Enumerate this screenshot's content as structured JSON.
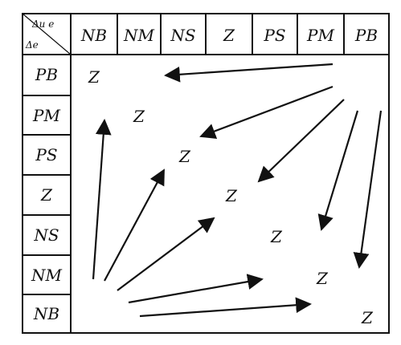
{
  "corner": {
    "top_label": "Δu e",
    "bottom_label": "Δe"
  },
  "columns": [
    "NB",
    "NM",
    "NS",
    "Z",
    "PS",
    "PM",
    "PB"
  ],
  "rows": [
    "PB",
    "PM",
    "PS",
    "Z",
    "NS",
    "NM",
    "NB"
  ],
  "diagonal": [
    "Z",
    "Z",
    "Z",
    "Z",
    "Z",
    "Z",
    "Z"
  ],
  "colors": {
    "line": "#111111",
    "background": "#ffffff"
  }
}
